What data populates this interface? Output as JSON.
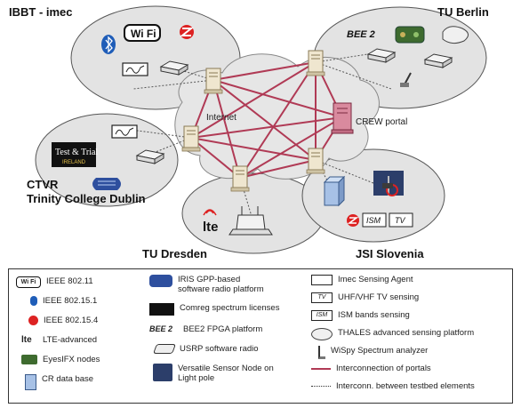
{
  "sites": {
    "ibbt": "IBBT - imec",
    "tu_berlin": "TU Berlin",
    "ctvr_1": "CTVR",
    "ctvr_2": "Trinity College Dublin",
    "tu_dresden": "TU Dresden",
    "jsi": "JSI Slovenia"
  },
  "cloud": {
    "internet": "Internet",
    "portal": "CREW portal"
  },
  "device_text": {
    "wifi": "Wi Fi",
    "ism": "ISM",
    "tv": "TV",
    "lte": "lte",
    "bee2": "BEE 2",
    "test_trial_1": "Test & Trial",
    "test_trial_2": "IRELAND"
  },
  "legend": {
    "col1": [
      {
        "icon": "wifi-logo-icon",
        "text": "IEEE 802.11"
      },
      {
        "icon": "bluetooth-icon",
        "text": "IEEE 802.15.1"
      },
      {
        "icon": "zigbee-icon",
        "text": "IEEE 802.15.4"
      },
      {
        "icon": "lte-logo-icon",
        "text": "LTE-advanced"
      },
      {
        "icon": "eyesifx-node-icon",
        "text": "EyesIFX nodes"
      },
      {
        "icon": "database-server-icon",
        "text": "CR data base"
      }
    ],
    "col2": [
      {
        "icon": "iris-logo-icon",
        "text": "IRIS GPP-based\nsoftware radio platform"
      },
      {
        "icon": "comreg-logo-icon",
        "text": "Comreg spectrum licenses"
      },
      {
        "icon": "bee2-logo-icon",
        "text": "BEE2 FPGA platform"
      },
      {
        "icon": "usrp-device-icon",
        "text": "USRP software radio"
      },
      {
        "icon": "sensor-node-icon",
        "text": "Versatile Sensor Node on\nLight pole"
      }
    ],
    "col3": [
      {
        "icon": "sensing-agent-icon",
        "text": "Imec Sensing Agent"
      },
      {
        "icon": "tv-band-icon",
        "text": "UHF/VHF TV sensing"
      },
      {
        "icon": "ism-band-icon",
        "text": "ISM bands sensing"
      },
      {
        "icon": "thales-sensing-icon",
        "text": "THALES advanced sensing platform"
      },
      {
        "icon": "wispy-analyzer-icon",
        "text": "WiSpy Spectrum analyzer"
      },
      {
        "icon": "portal-link-icon",
        "text": "Interconnection of portals"
      },
      {
        "icon": "testbed-link-icon",
        "text": "Interconn. between testbed elements"
      }
    ]
  },
  "colors": {
    "portal_link": "#b03a55",
    "cloud_fill": "#e6e6e6",
    "site_fill": "#e3e3e3",
    "server_fill": "#efe6cf",
    "portal_fill": "#d98a9e"
  }
}
